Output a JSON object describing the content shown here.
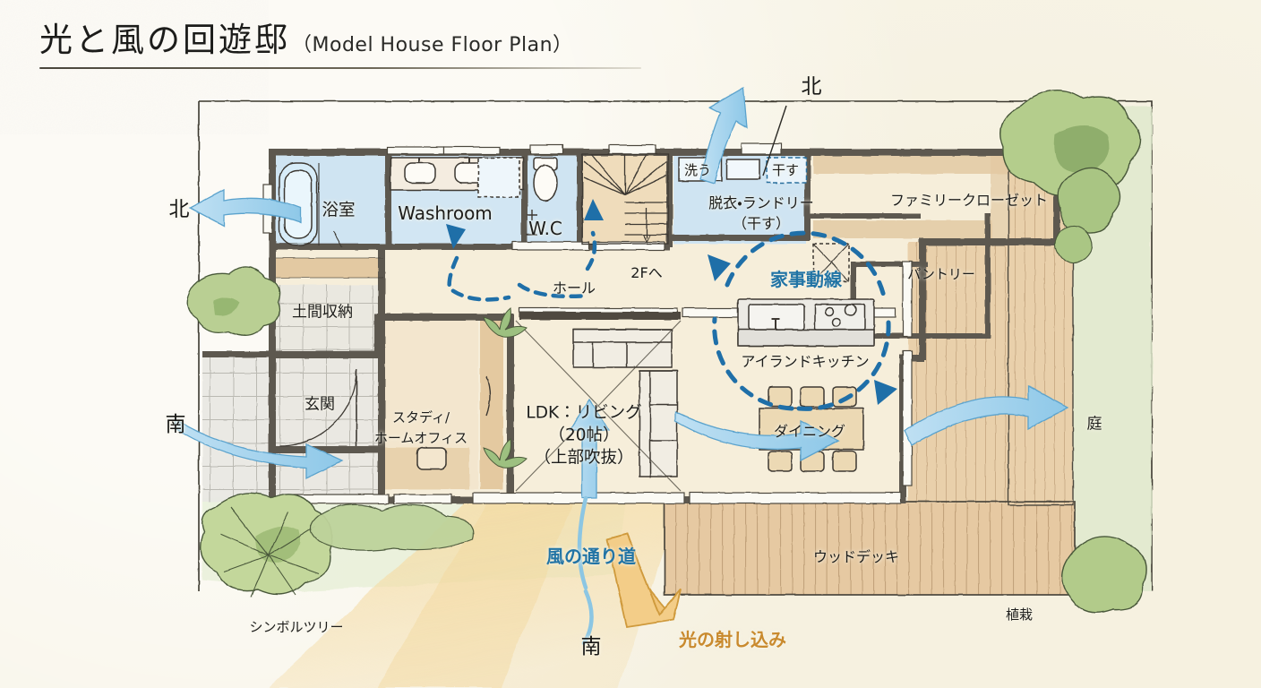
{
  "header": {
    "title_ja": "光と風の回遊邸",
    "title_en": "（Model House Floor Plan）"
  },
  "colors": {
    "paper": "#f8f5e9",
    "wall": "#5d584f",
    "wet_room": "#cfe4f2",
    "wood_floor": "#efdfc2",
    "deck": "#e2c59c",
    "lawn": "#dde7cb",
    "tree": "#9cba7a",
    "wind_blue": "#2274a5",
    "wind_arrow_fill": "#aed8ee",
    "sun_orange": "#e3b濃",
    "light_orange": "#e6b764",
    "ink": "#1d1d1b"
  },
  "compass": {
    "north_left": "北",
    "north_top": "北",
    "south_left": "南",
    "south_bottom": "南"
  },
  "rooms": [
    {
      "id": "bath",
      "label": "浴室"
    },
    {
      "id": "washroom",
      "label": "Washroom"
    },
    {
      "id": "wc",
      "label": "W.C"
    },
    {
      "id": "hall",
      "label": "ホール"
    },
    {
      "id": "stairs",
      "label": "2Fへ"
    },
    {
      "id": "laundry",
      "label": "脱衣・ランドリー\n（干す）"
    },
    {
      "id": "laundry_l1",
      "label": "脱衣・ランドリー"
    },
    {
      "id": "laundry_l2",
      "label": "（干す）"
    },
    {
      "id": "wash_box",
      "label": "洗う"
    },
    {
      "id": "dry_box",
      "label": "干す"
    },
    {
      "id": "family_closet",
      "label": "ファミリークローゼット"
    },
    {
      "id": "pantry",
      "label": "パントリー"
    },
    {
      "id": "doma",
      "label": "土間収納"
    },
    {
      "id": "genkan",
      "label": "玄関"
    },
    {
      "id": "study_l1",
      "label": "スタディ/"
    },
    {
      "id": "study_l2",
      "label": "ホームオフィス"
    },
    {
      "id": "ldk_l1",
      "label": "LDK：リビング"
    },
    {
      "id": "ldk_l2",
      "label": "（20帖）"
    },
    {
      "id": "ldk_l3",
      "label": "（上部吹抜）"
    },
    {
      "id": "kitchen",
      "label": "アイランドキッチン"
    },
    {
      "id": "dining",
      "label": "ダイニング"
    },
    {
      "id": "deck",
      "label": "ウッドデッキ"
    },
    {
      "id": "garden",
      "label": "庭"
    },
    {
      "id": "planting",
      "label": "植栽"
    },
    {
      "id": "symbol_tree",
      "label": "シンボルツリー"
    }
  ],
  "annotations": {
    "housework_flow": "家事動線",
    "wind_path": "風の通り道",
    "sunlight": "光の射し込み"
  }
}
